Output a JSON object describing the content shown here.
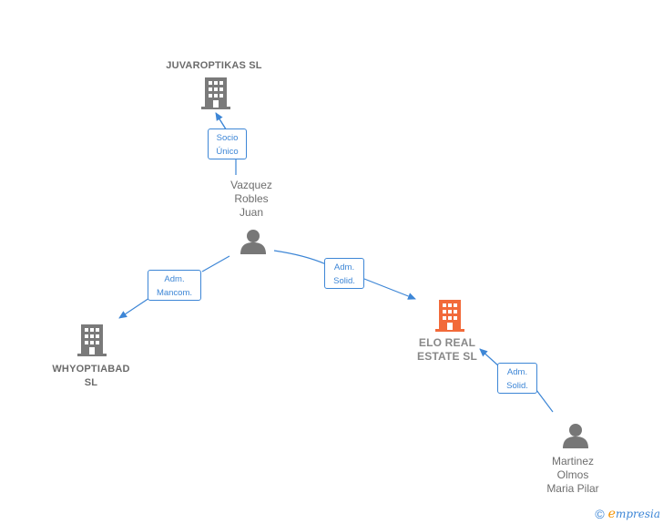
{
  "colors": {
    "company_gray": "#7a7a7a",
    "company_highlight": "#f26a3a",
    "person_gray": "#777777",
    "edge_blue": "#3d86d6"
  },
  "nodes": {
    "juvaroptikas": {
      "label": "JUVAROPTIKAS SL",
      "icon": "building-icon"
    },
    "vazquez": {
      "label": "Vazquez\nRobles\nJuan",
      "icon": "person-icon"
    },
    "whyoptiabad": {
      "label": "WHYOPTIABAD\nSL",
      "icon": "building-icon"
    },
    "elo": {
      "label": "ELO REAL\nESTATE  SL",
      "icon": "building-icon"
    },
    "martinez": {
      "label": "Martinez\nOlmos\nMaria Pilar",
      "icon": "person-icon"
    }
  },
  "edges": {
    "socio_unico": {
      "label": "Socio\nÚnico"
    },
    "adm_mancom": {
      "label": "Adm.\nMancom."
    },
    "adm_solid_1": {
      "label": "Adm.\nSolid."
    },
    "adm_solid_2": {
      "label": "Adm.\nSolid."
    }
  },
  "footer": {
    "copyright": "©",
    "brand_first": "e",
    "brand_rest": "mpresia"
  }
}
